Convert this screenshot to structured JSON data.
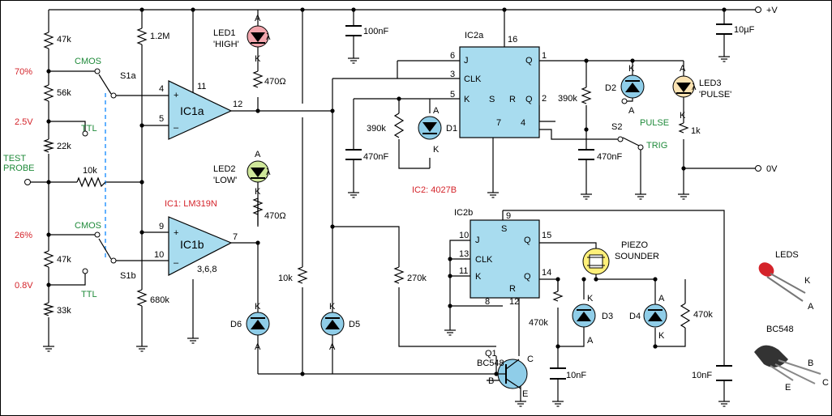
{
  "supply": {
    "pos": "+V",
    "zero": "0V"
  },
  "labels": {
    "test_probe_1": "TEST",
    "test_probe_2": "PROBE",
    "ic1": "IC1: LM319N",
    "ic2": "IC2: 4027B",
    "ic1a": "IC1a",
    "ic1b": "IC1b",
    "ic1b_pins": "3,6,8",
    "ic2a": "IC2a",
    "ic2b": "IC2b",
    "led1": "LED1",
    "led1_sub": "'HIGH'",
    "led2": "LED2",
    "led2_sub": "'LOW'",
    "led3": "LED3",
    "led3_sub": "'PULSE'",
    "piezo_1": "PIEZO",
    "piezo_2": "SOUNDER",
    "q1": "Q1",
    "q1_sub": "BC548",
    "leds_ref": "LEDS",
    "bc548_ref": "BC548",
    "s1a": "S1a",
    "s1b": "S1b",
    "s2": "S2",
    "d1": "D1",
    "d2": "D2",
    "d3": "D3",
    "d4": "D4",
    "d5": "D5",
    "d6": "D6"
  },
  "levels": {
    "p70": "70%",
    "p25": "2.5V",
    "p26": "26%",
    "p08": "0.8V"
  },
  "modes": {
    "cmos": "CMOS",
    "ttl": "TTL",
    "pulse": "PULSE",
    "trig": "TRIG"
  },
  "values": {
    "r47k_a": "47k",
    "r56k": "56k",
    "r22k": "22k",
    "r10k_probe": "10k",
    "r47k_b": "47k",
    "r33k": "33k",
    "r1_2m": "1.2M",
    "r680k": "680k",
    "r470_a": "470Ω",
    "r470_b": "470Ω",
    "r10k_v": "10k",
    "r270k": "270k",
    "r390k_a": "390k",
    "r390k_b": "390k",
    "r1k": "1k",
    "r470k_a": "470k",
    "r470k_b": "470k",
    "c100n": "100nF",
    "c10u": "10µF",
    "c470n_a": "470nF",
    "c470n_b": "470nF",
    "c10n_a": "10nF",
    "c10n_b": "10nF"
  },
  "pins": {
    "p4": "4",
    "p5": "5",
    "p11": "11",
    "p12": "12",
    "p9": "9",
    "p10": "10",
    "p7": "7",
    "p16": "16",
    "p6": "6",
    "p3": "3",
    "p5b": "5",
    "p1": "1",
    "p2": "2",
    "p4b": "4",
    "p7b": "7",
    "p10b": "10",
    "p13": "13",
    "p11b": "11",
    "p15": "15",
    "p14": "14",
    "p8": "8",
    "p12b": "12",
    "p9b": "9",
    "J": "J",
    "CLK": "CLK",
    "K": "K",
    "S": "S",
    "R": "R",
    "Q": "Q",
    "Qb": "Q"
  },
  "terminals": {
    "A": "A",
    "K": "K",
    "B": "B",
    "C": "C",
    "E": "E",
    "lambda": "λ",
    "plus": "+",
    "minus": "–"
  },
  "colors": {
    "ic_fill": "#a8dcef",
    "d_fill": "#8fcde8",
    "led_red": "#f2a6ad",
    "led_green": "#cfe79a",
    "led_amber": "#fbe3b3",
    "piezo": "#fff07a",
    "label_red": "#d4232a",
    "label_green": "#1f8a3a",
    "dash": "#1e90ff",
    "frame": "#000000"
  }
}
